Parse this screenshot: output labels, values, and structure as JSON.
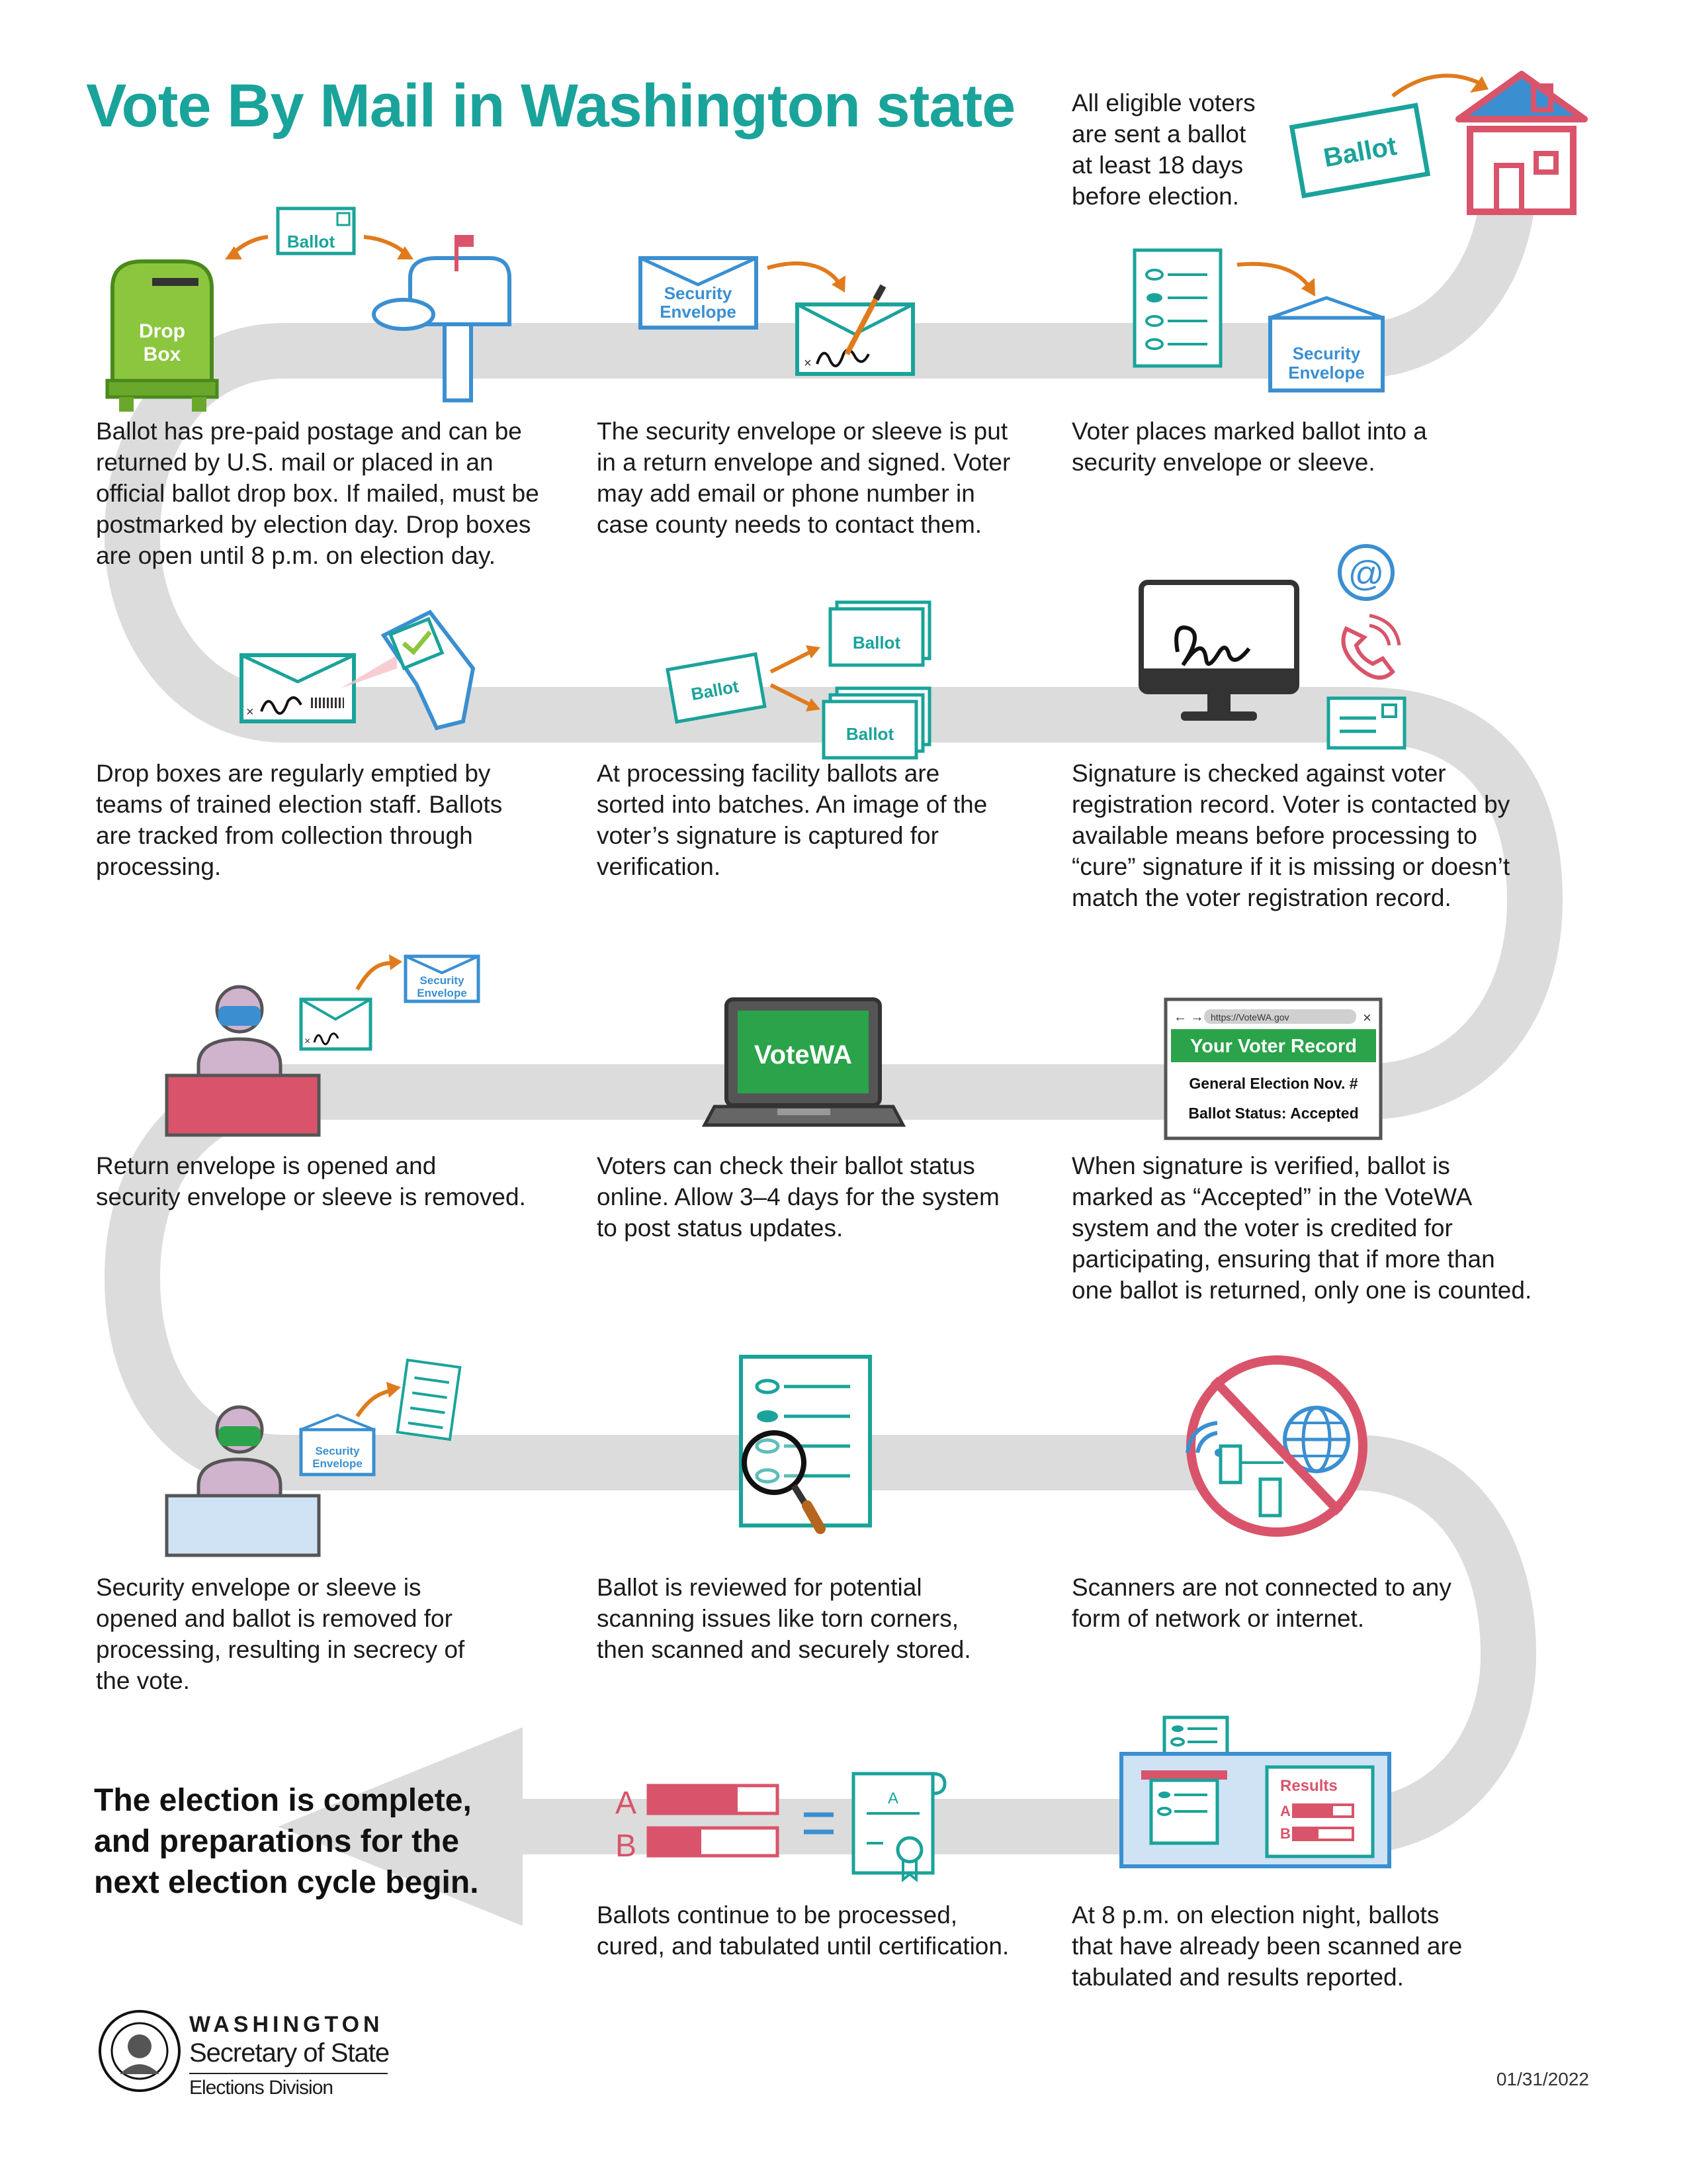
{
  "title": "Vote By Mail in Washington state",
  "colors": {
    "teal": "#1aa39a",
    "blue": "#3b8fd1",
    "orange": "#e07b1d",
    "red": "#d9546a",
    "path_gray": "#dcdcdc"
  },
  "icon_labels": {
    "ballot": "Ballot",
    "drop_box_line1": "Drop",
    "drop_box_line2": "Box",
    "security_line1": "Security",
    "security_line2": "Envelope",
    "votewa": "VoteWA",
    "record_url": "https://VoteWA.gov",
    "record_title": "Your Voter Record",
    "record_line1": "General Election Nov. #",
    "record_line2": "Ballot Status: Accepted",
    "results": "Results",
    "option_a": "A",
    "option_b": "B"
  },
  "steps": [
    {
      "id": "sent",
      "text": "All eligible voters\nare sent a ballot\nat least 18 days\nbefore election."
    },
    {
      "id": "marks",
      "text": "Voter places marked ballot into a\nsecurity envelope or sleeve."
    },
    {
      "id": "signed",
      "text": "The security envelope or sleeve is put\nin a return envelope and signed. Voter\nmay add email or phone number in\ncase county needs to contact them."
    },
    {
      "id": "return",
      "text": "Ballot has pre-paid postage and can be\nreturned by U.S. mail or placed in an\nofficial ballot drop box. If mailed, must be\npostmarked by election day. Drop boxes\nare open until 8 p.m. on election day."
    },
    {
      "id": "collect",
      "text": "Drop boxes are regularly emptied by\nteams of trained election staff. Ballots\nare tracked from collection through\nprocessing."
    },
    {
      "id": "sort",
      "text": "At processing facility ballots are\nsorted into batches. An image of the\nvoter’s signature is captured for\nverification."
    },
    {
      "id": "verify",
      "text": "Signature is checked against voter\nregistration record. Voter is contacted by\navailable means before processing to\n“cure” signature if it is missing or doesn’t\nmatch the voter registration record."
    },
    {
      "id": "accepted",
      "text": "When signature is verified, ballot is\nmarked as “Accepted” in the VoteWA\nsystem and the voter is credited for\nparticipating, ensuring that if more than\none ballot is returned, only one is counted."
    },
    {
      "id": "online",
      "text": "Voters can check their ballot status\nonline. Allow 3–4 days for the system\nto post status updates."
    },
    {
      "id": "opened",
      "text": "Return envelope is opened and\nsecurity envelope or sleeve is removed."
    },
    {
      "id": "secrecy",
      "text": "Security envelope or sleeve is\nopened and ballot is removed for\nprocessing, resulting in secrecy of\nthe vote."
    },
    {
      "id": "review",
      "text": "Ballot is reviewed for potential\nscanning issues like torn corners,\nthen scanned and securely stored."
    },
    {
      "id": "offline",
      "text": "Scanners are not connected to any\nform of network or internet."
    },
    {
      "id": "results",
      "text": "At 8 p.m. on election night, ballots\nthat have already been scanned are\ntabulated and results reported."
    },
    {
      "id": "certify",
      "text": "Ballots continue to be processed,\ncured, and tabulated until certification."
    }
  ],
  "final_text": "The election is complete,\nand preparations for the\nnext election cycle begin.",
  "footer": {
    "org_line1": "WASHINGTON",
    "org_line2": "Secretary of State",
    "org_line3": "Elections Division",
    "date": "01/31/2022"
  }
}
